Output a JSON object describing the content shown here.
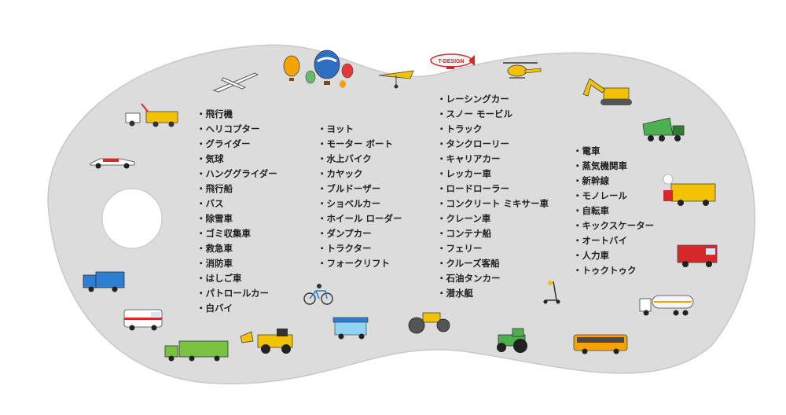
{
  "vehicle_lists": {
    "col1": [
      "飛行機",
      "ヘリコプター",
      "グライダー",
      "気球",
      "ハンググライダー",
      "飛行船",
      "バス",
      "除雪車",
      "ゴミ収集車",
      "救急車",
      "消防車",
      "はしご車",
      "パトロールカー",
      "白バイ"
    ],
    "col2": [
      "ヨット",
      "モーター ボート",
      "水上バイク",
      "カヤック",
      "ブルドーザー",
      "ショベルカー",
      "ホイール ローダー",
      "ダンプカー",
      "トラクター",
      "フォークリフト"
    ],
    "col3": [
      "レーシングカー",
      "スノー モービル",
      "トラック",
      "タンクローリー",
      "キャリアカー",
      "レッカー車",
      "ロードローラー",
      "コンクリート ミキサー車",
      "クレーン車",
      "コンテナ船",
      "フェリー",
      "クルーズ客船",
      "石油タンカー",
      "潜水艇"
    ],
    "col4": [
      "電車",
      "蒸気機関車",
      "新幹線",
      "モノレール",
      "自転車",
      "キックスケーター",
      "オートバイ",
      "人力車",
      "トゥクトゥク"
    ]
  },
  "blimp_text": "T-DESIGN",
  "colors": {
    "board": "#dcdcdc",
    "board_edge": "#c8c8c8",
    "text": "#222222",
    "yellow": "#f2c200",
    "red": "#d62828",
    "green": "#7cc242",
    "blue": "#2e7fd1"
  },
  "icons": [
    "glider-icon",
    "balloons-icon",
    "hang-glider-icon",
    "blimp-icon",
    "helicopter-icon",
    "excavator-icon",
    "tow-truck-icon",
    "racing-car-icon",
    "dump-truck-icon",
    "snowplow-icon",
    "fire-truck-icon",
    "garbage-truck-icon",
    "tanker-truck-icon",
    "ambulance-icon",
    "bus-icon",
    "cargo-truck-icon",
    "wheel-loader-icon",
    "bicycle-icon",
    "tuk-tuk-icon",
    "road-roller-icon",
    "tractor-icon",
    "kick-scooter-icon"
  ]
}
